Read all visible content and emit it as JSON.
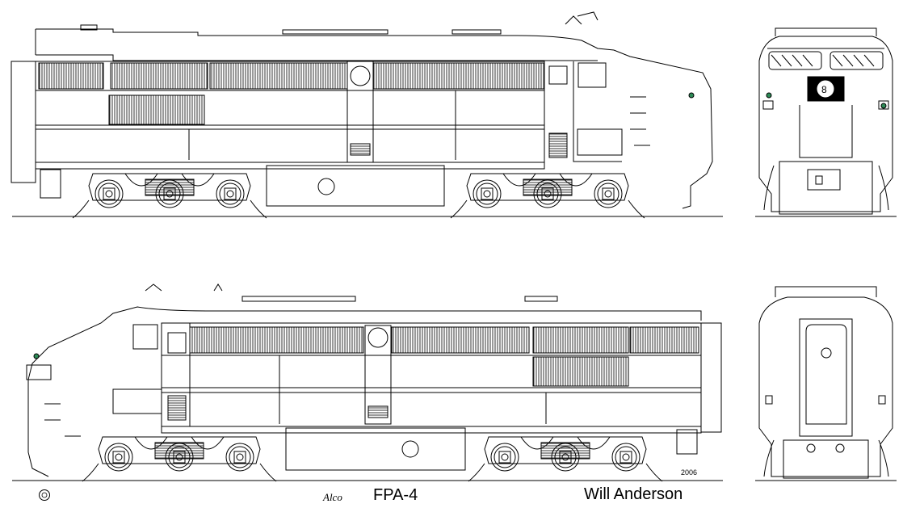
{
  "model": "FPA-4",
  "author": "Will Anderson",
  "year": "2006",
  "builder_signature": "Alco",
  "views": [
    {
      "id": "side-view-left",
      "direction": "nose-right"
    },
    {
      "id": "front-end-view"
    },
    {
      "id": "side-view-right",
      "direction": "nose-left"
    },
    {
      "id": "rear-end-view"
    }
  ],
  "line_color": "#000000",
  "background_color": "#ffffff"
}
